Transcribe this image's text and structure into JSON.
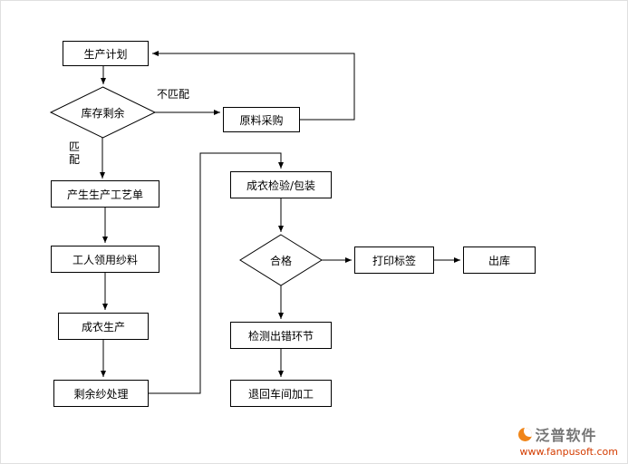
{
  "nodes": {
    "production_plan": "生产计划",
    "inventory_check": "库存剩余",
    "raw_material_purchase": "原料采购",
    "process_order": "产生生产工艺单",
    "worker_yarn_receive": "工人领用纱料",
    "garment_production": "成衣生产",
    "leftover_yarn": "剩余纱处理",
    "inspection_packaging": "成衣检验/包装",
    "qualified": "合格",
    "print_label": "打印标签",
    "stock_out": "出库",
    "error_detection": "检测出错环节",
    "return_workshop": "退回车间加工"
  },
  "edge_labels": {
    "mismatch": "不匹配",
    "match": "匹配"
  },
  "watermark": {
    "brand": "泛普软件",
    "url": "www.fanpusoft.com"
  },
  "colors": {
    "line": "#000000",
    "box_border": "#000000",
    "box_fill": "#ffffff",
    "watermark_accent": "#f08519",
    "watermark_brand": "#757575",
    "watermark_url": "#d43c00"
  }
}
